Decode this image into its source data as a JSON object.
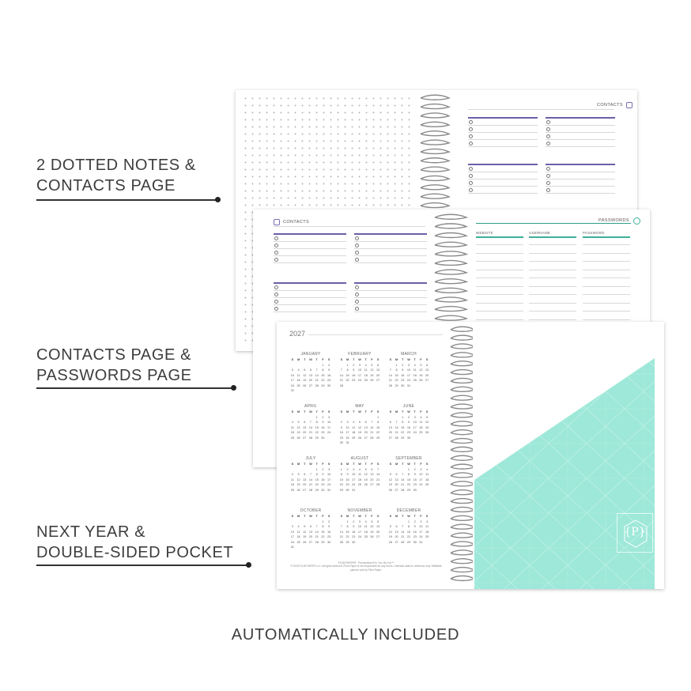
{
  "callouts": [
    {
      "line1": "2 DOTTED NOTES &",
      "line2": "CONTACTS PAGE"
    },
    {
      "line1": "CONTACTS PAGE &",
      "line2": "PASSWORDS PAGE"
    },
    {
      "line1": "NEXT YEAR &",
      "line2": "DOUBLE-SIDED POCKET"
    }
  ],
  "footer": {
    "caption": "AUTOMATICALLY INCLUDED"
  },
  "spread1": {
    "contacts_title": "CONTACTS"
  },
  "spread2": {
    "contacts_title": "CONTACTS",
    "passwords_title": "PASSWORDS",
    "columns": [
      "WEBSITE",
      "USERNAME",
      "PASSWORD"
    ]
  },
  "calendar": {
    "year": "2027",
    "dow": [
      "S",
      "M",
      "T",
      "W",
      "T",
      "F",
      "S"
    ],
    "months": [
      {
        "name": "JANUARY",
        "start": 5,
        "days": 31
      },
      {
        "name": "FEBRUARY",
        "start": 1,
        "days": 28
      },
      {
        "name": "MARCH",
        "start": 1,
        "days": 31
      },
      {
        "name": "APRIL",
        "start": 4,
        "days": 30
      },
      {
        "name": "MAY",
        "start": 6,
        "days": 31
      },
      {
        "name": "JUNE",
        "start": 2,
        "days": 30
      },
      {
        "name": "JULY",
        "start": 4,
        "days": 31
      },
      {
        "name": "AUGUST",
        "start": 0,
        "days": 31
      },
      {
        "name": "SEPTEMBER",
        "start": 3,
        "days": 30
      },
      {
        "name": "OCTOBER",
        "start": 5,
        "days": 31
      },
      {
        "name": "NOVEMBER",
        "start": 1,
        "days": 30
      },
      {
        "name": "DECEMBER",
        "start": 3,
        "days": 31
      }
    ],
    "footer_brand": "PLUM PAPER® · Personalized For You, By You™",
    "footer_fine": "© 2026 PLUM PAPER LLC. All rights reserved. Plum Paper is not responsible for any errors. Calendar data for reference only. Refillable planner sold by Plum Paper."
  },
  "colors": {
    "purple": "#6b5fa8",
    "teal": "#3fae97",
    "pocket": "#9ee8d9"
  },
  "icons": {
    "logo": "plum-paper-logo"
  }
}
